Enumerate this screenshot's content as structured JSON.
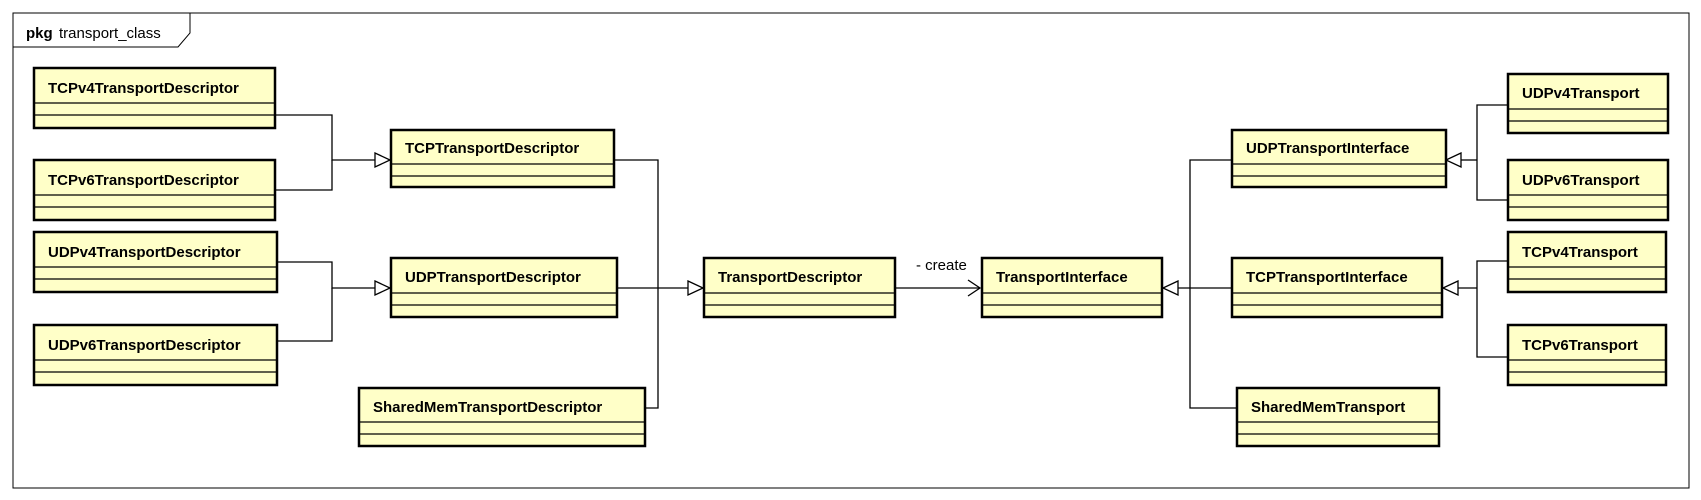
{
  "package": {
    "keyword": "pkg",
    "name": "transport_class"
  },
  "classes": {
    "tcpv4_desc": "TCPv4TransportDescriptor",
    "tcpv6_desc": "TCPv6TransportDescriptor",
    "udpv4_desc": "UDPv4TransportDescriptor",
    "udpv6_desc": "UDPv6TransportDescriptor",
    "tcp_desc": "TCPTransportDescriptor",
    "udp_desc": "UDPTransportDescriptor",
    "shm_desc": "SharedMemTransportDescriptor",
    "transport_desc": "TransportDescriptor",
    "transport_iface": "TransportInterface",
    "udp_iface": "UDPTransportInterface",
    "tcp_iface": "TCPTransportInterface",
    "shm_transport": "SharedMemTransport",
    "udpv4": "UDPv4Transport",
    "udpv6": "UDPv6Transport",
    "tcpv4": "TCPv4Transport",
    "tcpv6": "TCPv6Transport"
  },
  "relations": {
    "create_label": "- create"
  },
  "colors": {
    "class_fill": "#ffffc8",
    "stroke": "#000000"
  }
}
